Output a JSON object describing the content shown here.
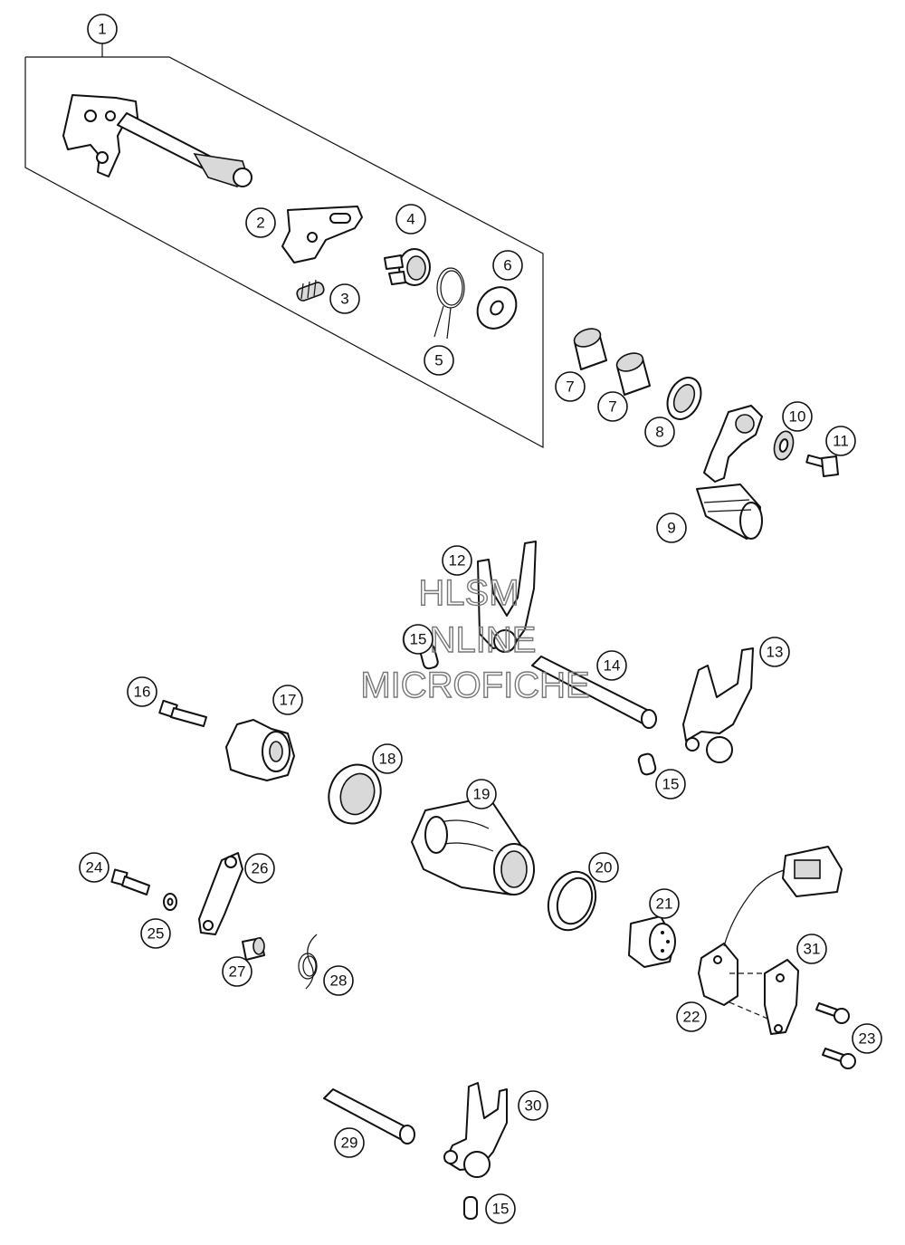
{
  "diagram": {
    "watermark": [
      "HLSM",
      "ONLINE",
      "MICROFICHE"
    ],
    "callouts": [
      {
        "id": "c1",
        "label": "1"
      },
      {
        "id": "c2",
        "label": "2"
      },
      {
        "id": "c3",
        "label": "3"
      },
      {
        "id": "c4",
        "label": "4"
      },
      {
        "id": "c5",
        "label": "5"
      },
      {
        "id": "c6",
        "label": "6"
      },
      {
        "id": "c7a",
        "label": "7"
      },
      {
        "id": "c7b",
        "label": "7"
      },
      {
        "id": "c8",
        "label": "8"
      },
      {
        "id": "c9",
        "label": "9"
      },
      {
        "id": "c10",
        "label": "10"
      },
      {
        "id": "c11",
        "label": "11"
      },
      {
        "id": "c12",
        "label": "12"
      },
      {
        "id": "c13",
        "label": "13"
      },
      {
        "id": "c14",
        "label": "14"
      },
      {
        "id": "c15a",
        "label": "15"
      },
      {
        "id": "c15b",
        "label": "15"
      },
      {
        "id": "c15c",
        "label": "15"
      },
      {
        "id": "c16",
        "label": "16"
      },
      {
        "id": "c17",
        "label": "17"
      },
      {
        "id": "c18",
        "label": "18"
      },
      {
        "id": "c19",
        "label": "19"
      },
      {
        "id": "c20",
        "label": "20"
      },
      {
        "id": "c21",
        "label": "21"
      },
      {
        "id": "c22",
        "label": "22"
      },
      {
        "id": "c23",
        "label": "23"
      },
      {
        "id": "c24",
        "label": "24"
      },
      {
        "id": "c25",
        "label": "25"
      },
      {
        "id": "c26",
        "label": "26"
      },
      {
        "id": "c27",
        "label": "27"
      },
      {
        "id": "c28",
        "label": "28"
      },
      {
        "id": "c29",
        "label": "29"
      },
      {
        "id": "c30",
        "label": "30"
      },
      {
        "id": "c31",
        "label": "31"
      }
    ]
  }
}
